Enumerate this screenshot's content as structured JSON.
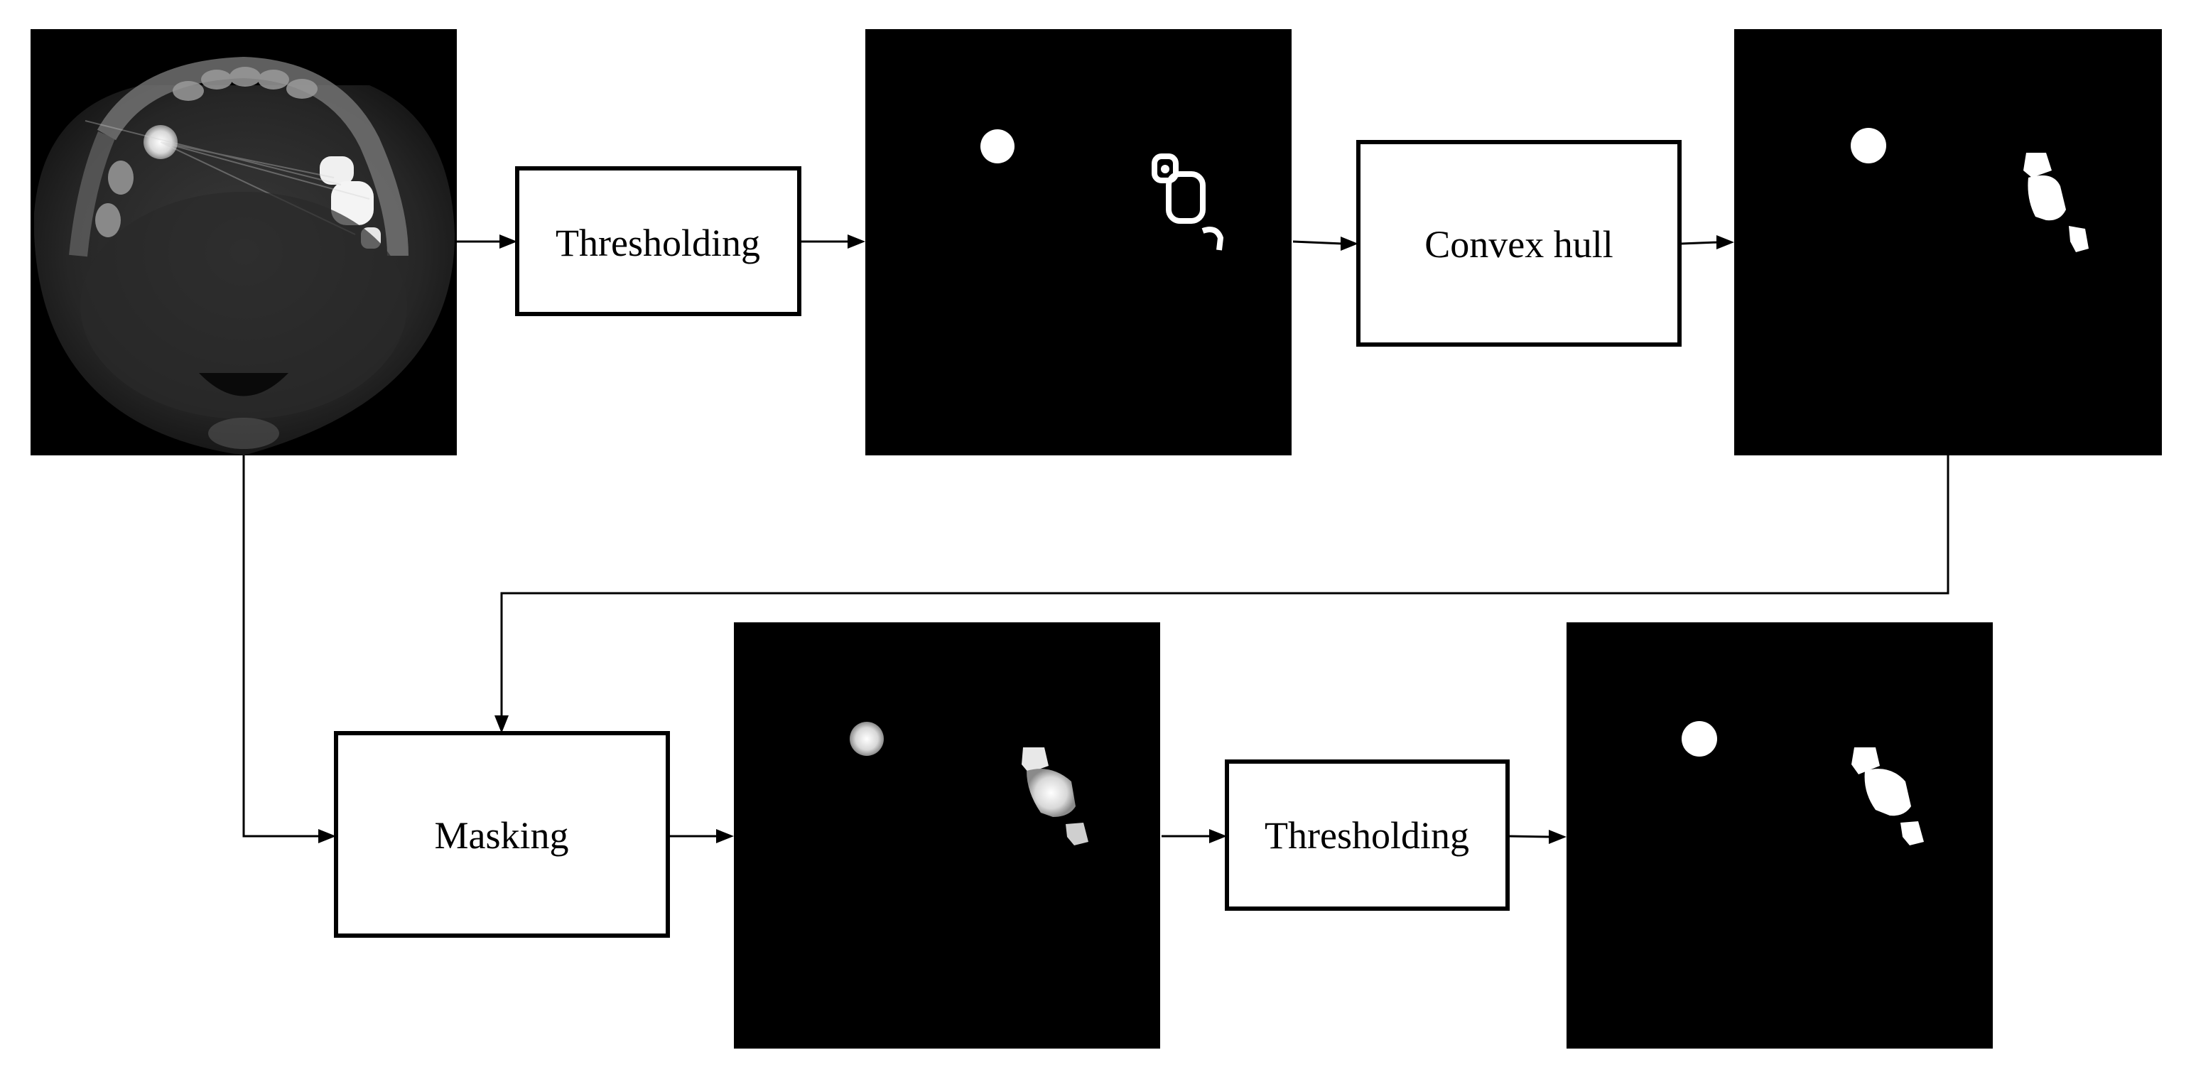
{
  "diagram": {
    "steps": {
      "thresholding_1": "Thresholding",
      "convex_hull": "Convex hull",
      "masking": "Masking",
      "thresholding_2": "Thresholding"
    },
    "colors": {
      "background": "#ffffff",
      "panel": "#000000",
      "stroke": "#000000"
    }
  }
}
